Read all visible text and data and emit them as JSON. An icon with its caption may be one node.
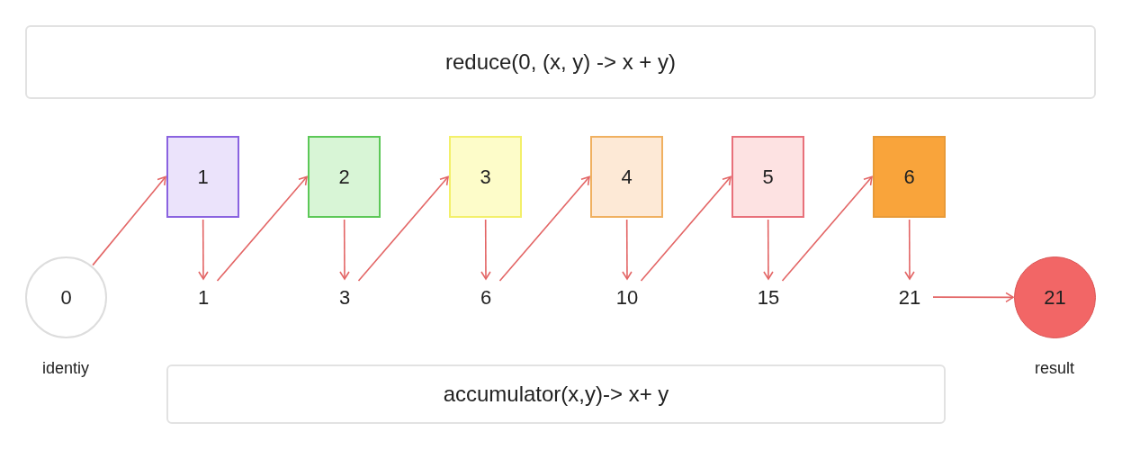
{
  "diagram": {
    "nodes": [
      {
        "text": [
          "reduce(0, (x, y) -> x + y)"
        ]
      },
      {
        "text": [
          "0"
        ],
        "beside": [
          "identiy"
        ]
      },
      {
        "text": [
          "1"
        ]
      },
      {
        "text": [
          "2"
        ]
      },
      {
        "text": [
          "3"
        ]
      },
      {
        "text": [
          "4"
        ]
      },
      {
        "text": [
          "5"
        ]
      },
      {
        "text": [
          "6"
        ]
      },
      {
        "text": [
          "1"
        ]
      },
      {
        "text": [
          "3"
        ]
      },
      {
        "text": [
          "6"
        ]
      },
      {
        "text": [
          "10"
        ]
      },
      {
        "text": [
          "15"
        ]
      },
      {
        "text": [
          "21"
        ]
      },
      {
        "text": [
          "21"
        ],
        "beside": [
          "result"
        ]
      },
      {
        "text": [
          "accumulator(x,y)-> x+ y"
        ]
      }
    ],
    "edges": [
      {
        "from": 1,
        "to": 2,
        "arrow": "to"
      },
      {
        "from": 2,
        "to": 8,
        "arrow": "to"
      },
      {
        "from": 8,
        "to": 3,
        "arrow": "to"
      },
      {
        "from": 3,
        "to": 9,
        "arrow": "to"
      },
      {
        "from": 9,
        "to": 4,
        "arrow": "to"
      },
      {
        "from": 4,
        "to": 10,
        "arrow": "to"
      },
      {
        "from": 10,
        "to": 5,
        "arrow": "to"
      },
      {
        "from": 5,
        "to": 11,
        "arrow": "to"
      },
      {
        "from": 11,
        "to": 6,
        "arrow": "to"
      },
      {
        "from": 6,
        "to": 12,
        "arrow": "to"
      },
      {
        "from": 12,
        "to": 7,
        "arrow": "to"
      },
      {
        "from": 7,
        "to": 13,
        "arrow": "to"
      },
      {
        "from": 13,
        "to": 14,
        "arrow": "to"
      }
    ]
  }
}
